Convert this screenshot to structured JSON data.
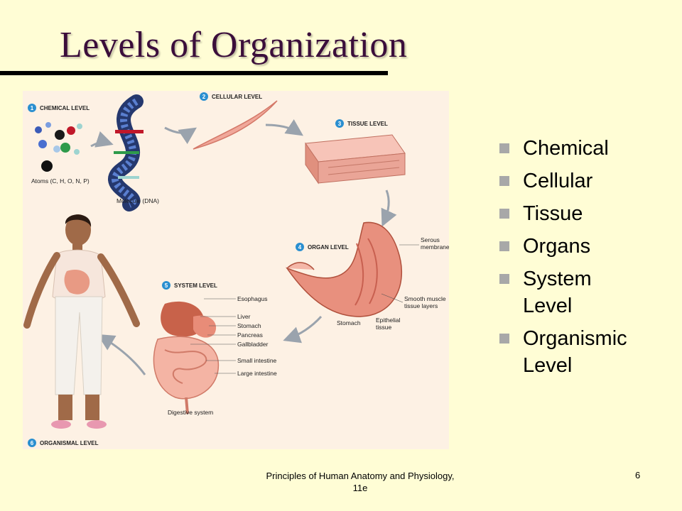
{
  "slide": {
    "title": "Levels of Organization",
    "bullets": [
      "Chemical",
      "Cellular",
      "Tissue",
      "Organs",
      "System Level",
      "Organismic Level"
    ],
    "footer_line1": "Principles of Human Anatomy and Physiology,",
    "footer_line2": "11e",
    "page_number": "6"
  },
  "figure": {
    "levels": [
      {
        "number": "1",
        "label": "CHEMICAL LEVEL"
      },
      {
        "number": "2",
        "label": "CELLULAR LEVEL"
      },
      {
        "number": "3",
        "label": "TISSUE LEVEL"
      },
      {
        "number": "4",
        "label": "ORGAN LEVEL"
      },
      {
        "number": "5",
        "label": "SYSTEM LEVEL"
      },
      {
        "number": "6",
        "label": "ORGANISMAL LEVEL"
      }
    ],
    "captions": {
      "atoms": "Atoms (C, H, O, N, P)",
      "molecule": "Molecule (DNA)",
      "serous_1": "Serous",
      "serous_2": "membrane",
      "smooth_1": "Smooth muscle",
      "smooth_2": "tissue layers",
      "epithelial_1": "Epithelial",
      "epithelial_2": "tissue",
      "stomach": "Stomach",
      "esophagus": "Esophagus",
      "liver": "Liver",
      "stomach_sys": "Stomach",
      "pancreas": "Pancreas",
      "gallbladder": "Gallbladder",
      "small_intestine": "Small intestine",
      "large_intestine": "Large intestine",
      "digestive_system": "Digestive system"
    }
  },
  "colors": {
    "background": "#fffdd5",
    "title": "#3b0e3b",
    "level_badge": "#2a8fd0",
    "bullet": "#a8a8a8"
  }
}
